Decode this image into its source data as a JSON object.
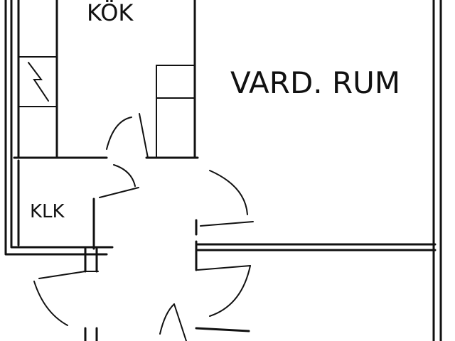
{
  "rooms": {
    "kitchen": "KÖK",
    "living_room": "VARD. RUM",
    "closet": "KLK"
  },
  "icons": {
    "electric_panel": "lightning-bolt-icon"
  },
  "colors": {
    "ink": "#111111",
    "paper": "#ffffff"
  }
}
